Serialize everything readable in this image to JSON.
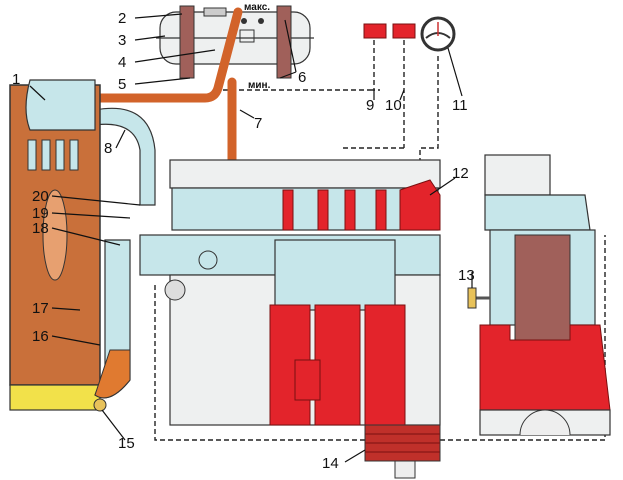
{
  "diagram": {
    "title": "Engine liquid cooling system",
    "level_marks": {
      "max": "макс.",
      "min": "мин."
    },
    "callouts": [
      "1",
      "2",
      "3",
      "4",
      "5",
      "6",
      "7",
      "8",
      "9",
      "10",
      "11",
      "12",
      "13",
      "14",
      "15",
      "16",
      "17",
      "18",
      "19",
      "20"
    ],
    "colors": {
      "coolant": "#c6e6ea",
      "hose": "#d2632a",
      "metal_red": "#e3242b",
      "radiator": "#c9703a",
      "bottom_tank": "#f2e14a"
    }
  }
}
